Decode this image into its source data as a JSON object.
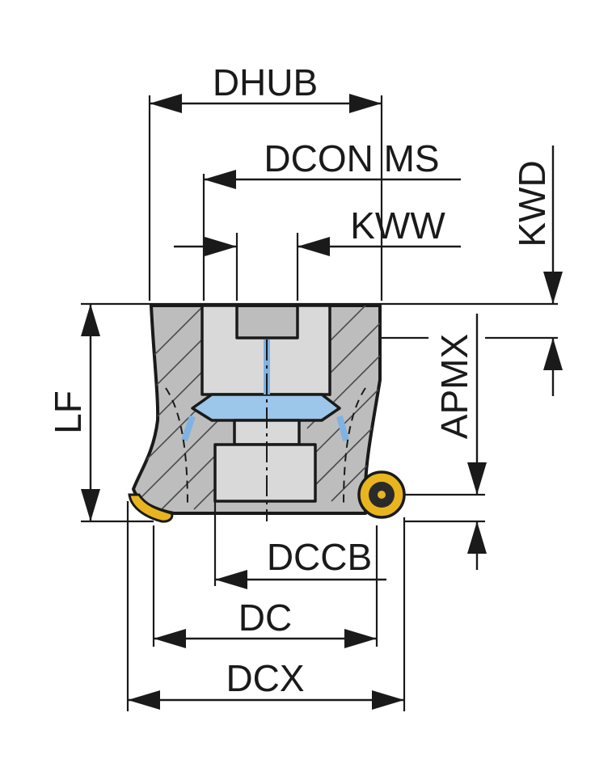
{
  "drawing": {
    "labels": {
      "dhub": "DHUB",
      "dcon_ms": "DCON MS",
      "kww": "KWW",
      "kwd": "KWD",
      "lf": "LF",
      "apmx": "APMX",
      "dccb": "DCCB",
      "dc": "DC",
      "dcx": "DCX"
    },
    "colors": {
      "body": "#bdbdbd",
      "bore": "#d9d9d9",
      "coolant": "#9cc6ea",
      "insert": "#e8b51f",
      "line": "#1a1a1a"
    }
  }
}
